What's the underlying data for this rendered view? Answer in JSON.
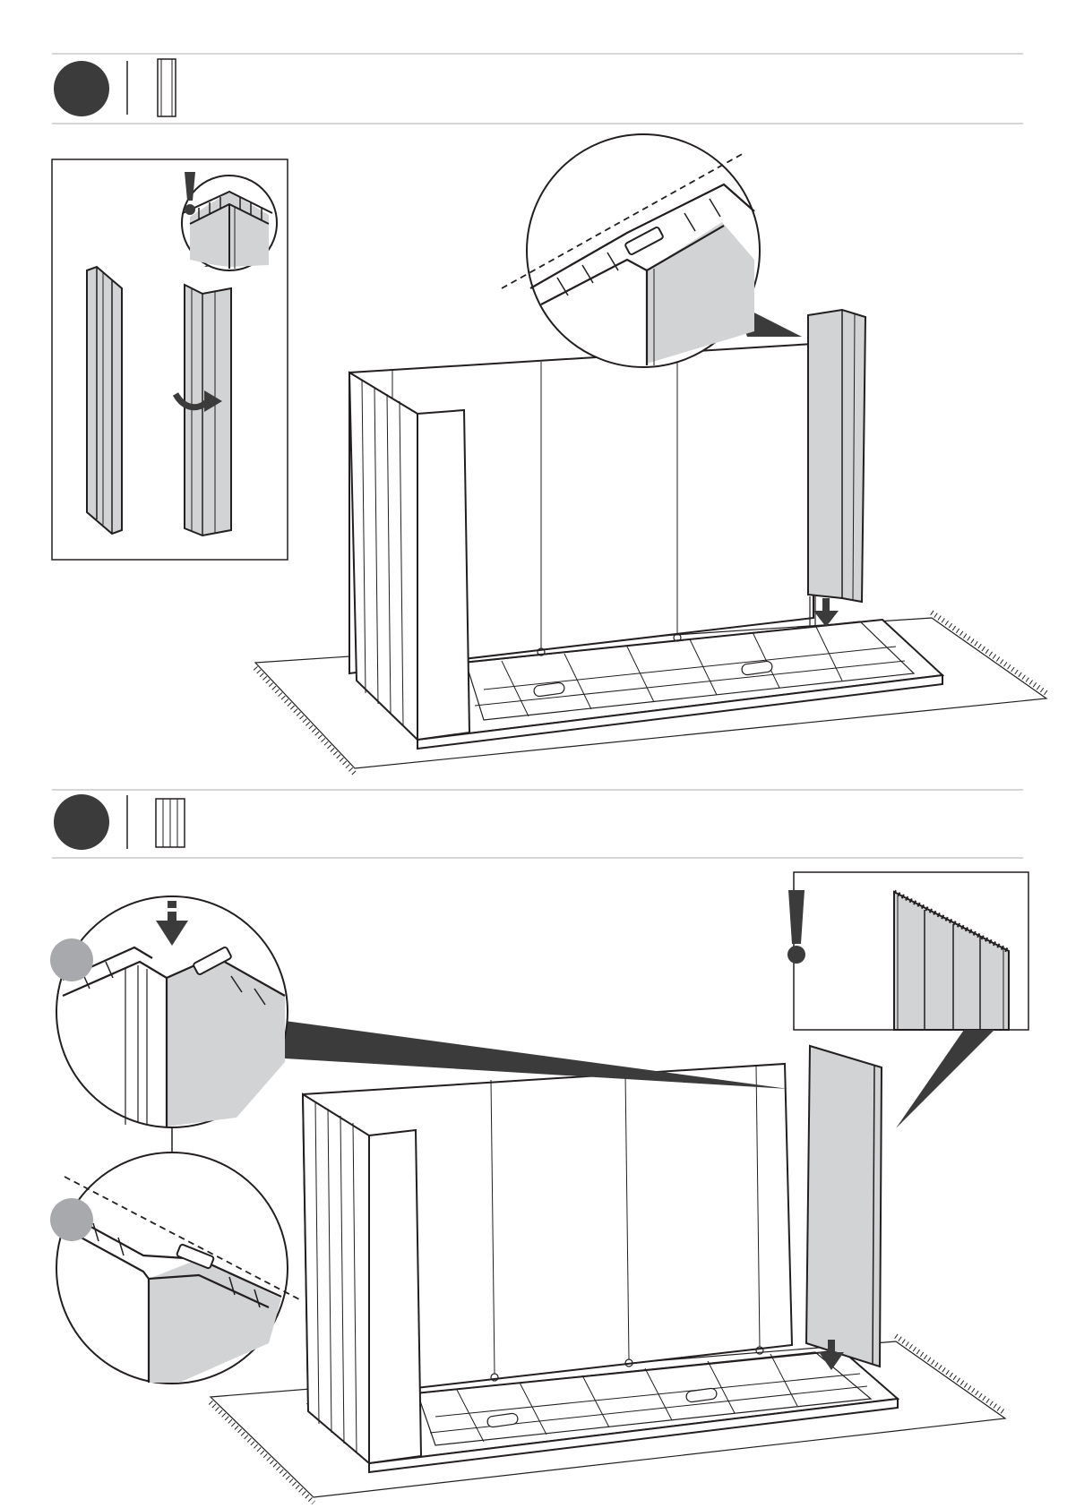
{
  "document": {
    "colors": {
      "ink": "#231f20",
      "panel_fill": "#d1d3d4",
      "step_badge": "#3b3b3c",
      "sub_badge": "#a7a9ac",
      "background": "#ffffff"
    },
    "steps": [
      {
        "badge_shape": "dark-circle",
        "part_icon": "single-panel-icon",
        "inset": "flat-panel-folded-into-corner-panel",
        "warning_icon": "exclamation-icon",
        "rotate_arrow": "curved-arrow-icon",
        "down_arrow": "arrow-down-icon"
      },
      {
        "badge_shape": "dark-circle",
        "part_icon": "multi-rib-panel-icon",
        "warning_icon": "exclamation-icon",
        "detail_markers": [
          "grey-circle",
          "grey-circle"
        ],
        "down_arrow": "arrow-down-icon"
      }
    ]
  }
}
